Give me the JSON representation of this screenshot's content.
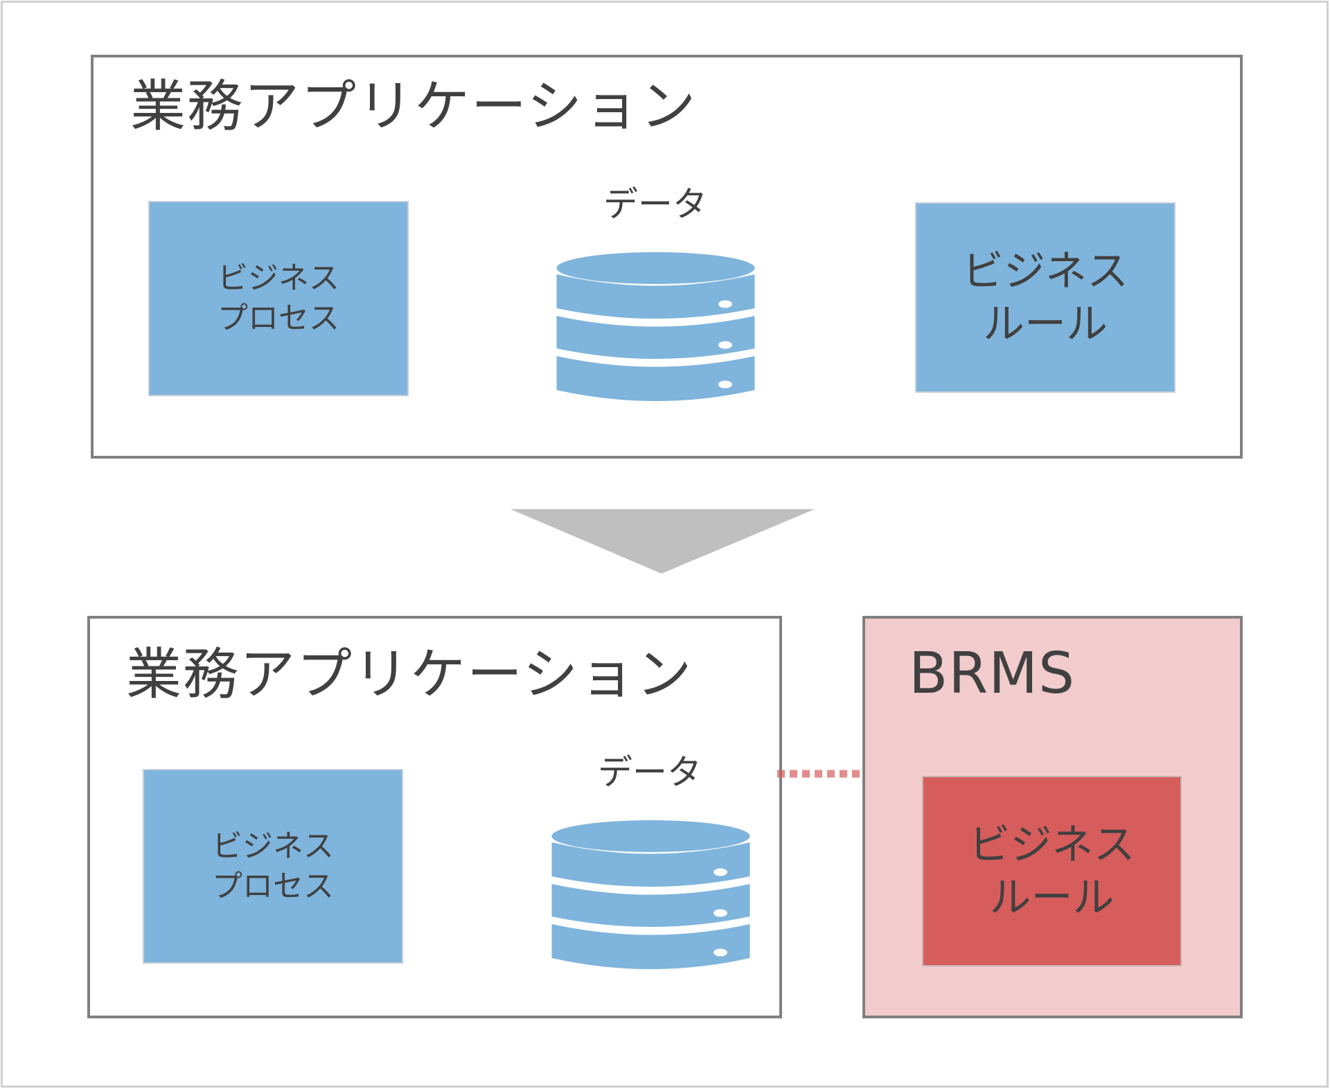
{
  "colors": {
    "text": "#404040",
    "border": "#808080",
    "blue_box": "#7fb4dc",
    "brms_bg": "#f2cbcc",
    "brms_rule_box": "#d75c5c",
    "arrow": "#bfbfbf",
    "dotted_link": "#e08a8c"
  },
  "before": {
    "app_title": "業務アプリケーション",
    "process_box": {
      "label": "ビジネス\nプロセス"
    },
    "data": {
      "label": "データ",
      "icon": "database-icon"
    },
    "rule_box": {
      "label": "ビジネス\nルール"
    }
  },
  "transition": {
    "icon": "arrow-down-icon"
  },
  "after": {
    "app_title": "業務アプリケーション",
    "process_box": {
      "label": "ビジネス\nプロセス"
    },
    "data": {
      "label": "データ",
      "icon": "database-icon"
    },
    "brms": {
      "title": "BRMS",
      "rule_box": {
        "label": "ビジネス\nルール"
      }
    }
  }
}
